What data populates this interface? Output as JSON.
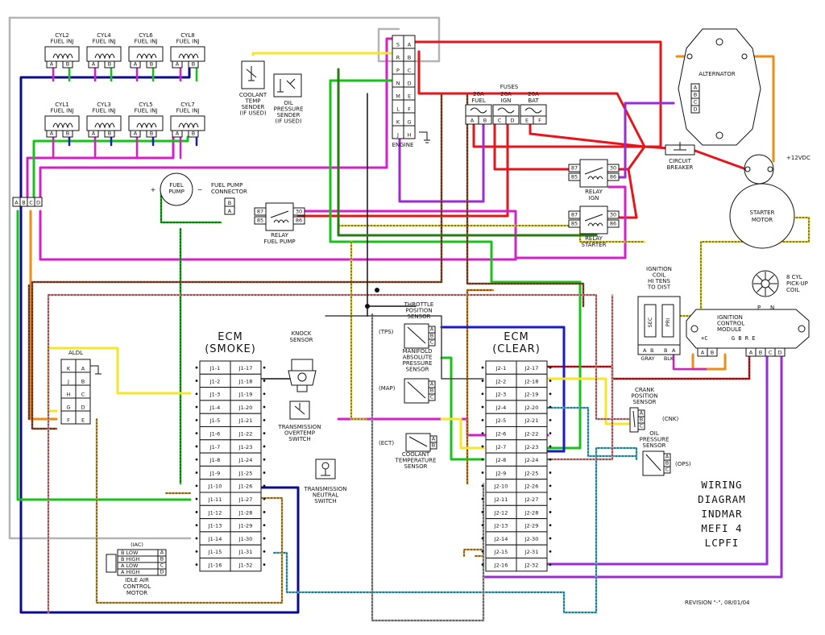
{
  "diagram": {
    "title_lines": [
      "WIRING",
      "DIAGRAM",
      "INDMAR",
      "MEFI 4",
      "LCPFI"
    ],
    "revision": "REVISION \"-\", 08/01/04",
    "colors": {
      "red": "#e8141a",
      "pink": "#f0a0a0",
      "magenta": "#d61fc9",
      "purple": "#9b2bd6",
      "blue": "#1a1ac8",
      "dark_blue": "#0a0a8c",
      "green": "#17c21a",
      "dark_green": "#2a7a14",
      "yellow": "#f5e62a",
      "orange": "#f08c14",
      "brown": "#a0522d",
      "tan": "#e6b450",
      "light_blue": "#5fd0e8",
      "gray": "#b4b4b4",
      "black": "#111111"
    },
    "injectors": {
      "top": [
        {
          "label": "CYL2\nFUEL INJ",
          "a": "A",
          "b": "B"
        },
        {
          "label": "CYL4\nFUEL INJ",
          "a": "A",
          "b": "B"
        },
        {
          "label": "CYL6\nFUEL INJ",
          "a": "A",
          "b": "B"
        },
        {
          "label": "CYL8\nFUEL INJ",
          "a": "A",
          "b": "B"
        }
      ],
      "bottom": [
        {
          "label": "CYL1\nFUEL INJ",
          "a": "A",
          "b": "B"
        },
        {
          "label": "CYL3\nFUEL INJ",
          "a": "A",
          "b": "B"
        },
        {
          "label": "CYL5\nFUEL INJ",
          "a": "A",
          "b": "B"
        },
        {
          "label": "CYL7\nFUEL INJ",
          "a": "A",
          "b": "B"
        }
      ]
    },
    "injector_harness_pins": [
      "A",
      "B",
      "C",
      "D"
    ],
    "engine_connector": {
      "label": "ENGINE",
      "rows": [
        [
          "S",
          "A"
        ],
        [
          "R",
          "B"
        ],
        [
          "P",
          "C"
        ],
        [
          "N",
          "D"
        ],
        [
          "M",
          "E"
        ],
        [
          "L",
          "F"
        ],
        [
          "K",
          "G"
        ],
        [
          "J",
          "H"
        ]
      ]
    },
    "coolant_temp_sender": "COOLANT\nTEMP\nSENDER\n(IF USED)",
    "oil_pressure_sender": "OIL\nPRESSURE\nSENDER\n(IF USED)",
    "fuses": {
      "title": "FUSES",
      "items": [
        {
          "rating": "20A",
          "name": "FUEL",
          "pins": [
            "A",
            "B"
          ]
        },
        {
          "rating": "20A",
          "name": "IGN",
          "pins": [
            "C",
            "D"
          ]
        },
        {
          "rating": "20A",
          "name": "BAT",
          "pins": [
            "E",
            "F"
          ]
        }
      ]
    },
    "alternator": {
      "label": "ALTERNATOR",
      "pins": [
        "A",
        "B",
        "C",
        "D"
      ]
    },
    "circuit_breaker": "CIRCUIT\nBREAKER",
    "battery_label": "+12VDC",
    "starter_motor": "STARTER\nMOTOR",
    "relay_ign": {
      "label": "RELAY\nIGN",
      "left_pins": [
        "87",
        "85"
      ],
      "right_pins": [
        "30",
        "86"
      ]
    },
    "relay_starter": {
      "label": "RELAY\nSTARTER",
      "left_pins": [
        "87",
        "85"
      ],
      "right_pins": [
        "30",
        "86"
      ]
    },
    "relay_fuel_pump": {
      "label": "RELAY\nFUEL PUMP",
      "left_pins": [
        "87",
        "85"
      ],
      "right_pins": [
        "30",
        "86"
      ]
    },
    "fuel_pump": {
      "label": "FUEL\nPUMP",
      "plus": "+",
      "minus": "−"
    },
    "fuel_pump_connector": {
      "label": "FUEL PUMP\nCONNECTOR",
      "pins": [
        "B",
        "A"
      ]
    },
    "ignition_coil": {
      "label": "IGNITION\nCOIL\nHI TENS\nTO DIST",
      "sec": "SEC",
      "pri": "PRI",
      "pins": [
        "A",
        "B",
        "B",
        "A"
      ],
      "wires": [
        "GRAY",
        "BLK"
      ]
    },
    "pickup_coil": {
      "label": "8 CYL\nPICK-UP\nCOIL",
      "p": "P",
      "n": "N"
    },
    "ignition_module": {
      "label": "IGNITION\nCONTROL\nMODULE",
      "terminals": "+C       G B R E",
      "left_pins": [
        "A",
        "B"
      ],
      "right_pins": [
        "A",
        "B",
        "C",
        "D"
      ]
    },
    "aldl": {
      "label": "ALDL",
      "rows": [
        [
          "K",
          "A"
        ],
        [
          "J",
          "B"
        ],
        [
          "H",
          "C"
        ],
        [
          "G",
          "D"
        ],
        [
          "F",
          "E"
        ]
      ]
    },
    "ecm_smoke": {
      "title": "ECM\n(SMOKE)",
      "left": [
        "J1-1",
        "J1-2",
        "J1-3",
        "J1-4",
        "J1-5",
        "J1-6",
        "J1-7",
        "J1-8",
        "J1-9",
        "J1-10",
        "J1-11",
        "J1-12",
        "J1-13",
        "J1-14",
        "J1-15",
        "J1-16"
      ],
      "right": [
        "J1-17",
        "J1-18",
        "J1-19",
        "J1-20",
        "J1-21",
        "J1-22",
        "J1-23",
        "J1-24",
        "J1-25",
        "J1-26",
        "J1-27",
        "J1-28",
        "J1-29",
        "J1-30",
        "J1-31",
        "J1-32"
      ]
    },
    "ecm_clear": {
      "title": "ECM\n(CLEAR)",
      "left": [
        "J2-1",
        "J2-2",
        "J2-3",
        "J2-4",
        "J2-5",
        "J2-6",
        "J2-7",
        "J2-8",
        "J2-9",
        "J2-10",
        "J2-11",
        "J2-12",
        "J2-13",
        "J2-14",
        "J2-15",
        "J2-16"
      ],
      "right": [
        "J2-17",
        "J2-18",
        "J2-19",
        "J2-20",
        "J2-21",
        "J2-22",
        "J2-23",
        "J2-24",
        "J2-25",
        "J2-26",
        "J2-27",
        "J2-28",
        "J2-29",
        "J2-30",
        "J2-31",
        "J2-32"
      ]
    },
    "knock_sensor": "KNOCK\nSENSOR",
    "trans_overtemp": "TRANSMISSION\nOVERTEMP\nSWITCH",
    "trans_neutral": "TRANSMISSION\nNEUTRAL\nSWITCH",
    "iac": {
      "tag": "(IAC)",
      "label": "IDLE AIR\nCONTROL\nMOTOR",
      "rows": [
        "B LOW",
        "B HIGH",
        "A LOW",
        "A HIGH"
      ],
      "pins": [
        "A",
        "B",
        "C",
        "D"
      ]
    },
    "tps": {
      "label": "THROTTLE\nPOSITION\nSENSOR",
      "tag": "(TPS)",
      "pins": [
        "A",
        "B",
        "C"
      ]
    },
    "map": {
      "label": "MANIFOLD\nABSOLUTE\nPRESSURE\nSENSOR",
      "tag": "(MAP)",
      "pins": [
        "A",
        "B",
        "C"
      ]
    },
    "ect": {
      "label": "COOLANT\nTEMPERATURE\nSENSOR",
      "tag": "(ECT)",
      "pins": [
        "A",
        "B"
      ]
    },
    "cnk": {
      "label": "CRANK\nPOSITION\nSENSOR",
      "tag": "(CNK)",
      "pins": [
        "A",
        "B",
        "C"
      ]
    },
    "ops": {
      "label": "OIL\nPRESSURE\nSENSOR",
      "tag": "(OPS)",
      "pins": [
        "A",
        "B",
        "C"
      ]
    }
  }
}
